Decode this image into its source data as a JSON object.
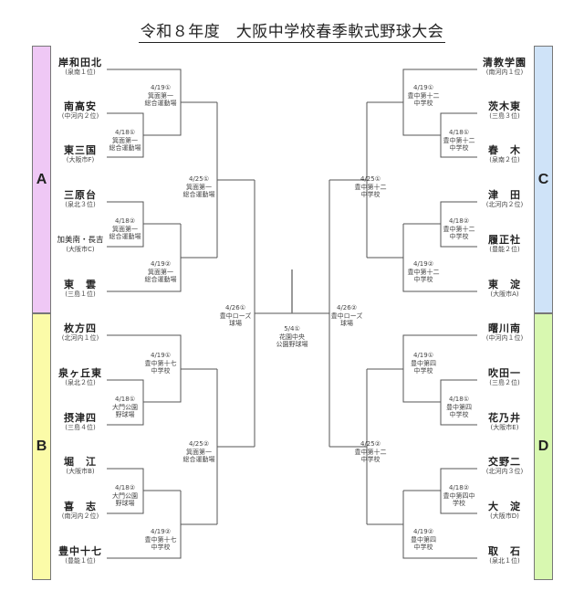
{
  "title": "令和８年度　大阪中学校春季軟式野球大会",
  "blocks": [
    {
      "letter": "A",
      "color": "#efc8f5",
      "teams": [
        {
          "name": "岸和田北",
          "sub": "(泉南１位)"
        },
        {
          "name": "南高安",
          "sub": "(中河内２位)"
        },
        {
          "name": "東三国",
          "sub": "(大阪市F)"
        },
        {
          "name": "三原台",
          "sub": "(泉北３位)"
        },
        {
          "name": "加美南・長吉",
          "sub": "(大阪市C)"
        },
        {
          "name": "東　雲",
          "sub": "(三島１位)"
        }
      ],
      "venues": [
        {
          "date": "4/19①",
          "place1": "箕面第一",
          "place2": "総合運動場"
        },
        {
          "date": "4/18①",
          "place1": "箕面第一",
          "place2": "総合運動場"
        },
        {
          "date": "4/25①",
          "place1": "箕面第一",
          "place2": "総合運動場"
        },
        {
          "date": "4/18②",
          "place1": "箕面第一",
          "place2": "総合運動場"
        },
        {
          "date": "4/19②",
          "place1": "箕面第一",
          "place2": "総合運動場"
        }
      ]
    },
    {
      "letter": "B",
      "color": "#fbfba8",
      "teams": [
        {
          "name": "枚方四",
          "sub": "(北河内１位)"
        },
        {
          "name": "泉ヶ丘東",
          "sub": "(泉北２位)"
        },
        {
          "name": "摂津四",
          "sub": "(三島４位)"
        },
        {
          "name": "堀　江",
          "sub": "(大阪市B)"
        },
        {
          "name": "喜　志",
          "sub": "(南河内２位)"
        },
        {
          "name": "豊中十七",
          "sub": "(豊能１位)"
        }
      ],
      "venues": [
        {
          "date": "4/19①",
          "place1": "豊中第十七",
          "place2": "中学校"
        },
        {
          "date": "4/18①",
          "place1": "大門公園",
          "place2": "野球場"
        },
        {
          "date": "4/25②",
          "place1": "箕面第一",
          "place2": "総合運動場"
        },
        {
          "date": "4/18②",
          "place1": "大門公園",
          "place2": "野球場"
        },
        {
          "date": "4/19②",
          "place1": "豊中第十七",
          "place2": "中学校"
        }
      ]
    },
    {
      "letter": "C",
      "color": "#cfe3f8",
      "teams": [
        {
          "name": "清教学園",
          "sub": "(南河内１位)"
        },
        {
          "name": "茨木東",
          "sub": "(三島３位)"
        },
        {
          "name": "春　木",
          "sub": "(泉南２位)"
        },
        {
          "name": "津　田",
          "sub": "(北河内２位)"
        },
        {
          "name": "履正社",
          "sub": "(豊能２位)"
        },
        {
          "name": "東　淀",
          "sub": "(大阪市A)"
        }
      ],
      "venues": [
        {
          "date": "4/19①",
          "place1": "豊中第十二",
          "place2": "中学校"
        },
        {
          "date": "4/18①",
          "place1": "豊中第十二",
          "place2": "中学校"
        },
        {
          "date": "4/25①",
          "place1": "豊中第十二",
          "place2": "中学校"
        },
        {
          "date": "4/18②",
          "place1": "豊中第十二",
          "place2": "中学校"
        },
        {
          "date": "4/19②",
          "place1": "豊中第十二",
          "place2": "中学校"
        }
      ]
    },
    {
      "letter": "D",
      "color": "#d8f8b0",
      "teams": [
        {
          "name": "曙川南",
          "sub": "(中河内１位)"
        },
        {
          "name": "吹田一",
          "sub": "(三島２位)"
        },
        {
          "name": "花乃井",
          "sub": "(大阪市E)"
        },
        {
          "name": "交野二",
          "sub": "(北河内３位)"
        },
        {
          "name": "大　淀",
          "sub": "(大阪市D)"
        },
        {
          "name": "取　石",
          "sub": "(泉北１位)"
        }
      ],
      "venues": [
        {
          "date": "4/19①",
          "place1": "豊中第四",
          "place2": "中学校"
        },
        {
          "date": "4/18①",
          "place1": "豊中第四",
          "place2": "中学校"
        },
        {
          "date": "4/25②",
          "place1": "豊中第十二",
          "place2": "中学校"
        },
        {
          "date": "4/18②",
          "place1": "豊中第四中",
          "place2": "学校"
        },
        {
          "date": "4/19②",
          "place1": "豊中第四",
          "place2": "中学校"
        }
      ]
    }
  ],
  "semifinals": [
    {
      "date": "4/26①",
      "place1": "豊中ローズ",
      "place2": "球場"
    },
    {
      "date": "4/26②",
      "place1": "豊中ローズ",
      "place2": "球場"
    }
  ],
  "final": {
    "date": "5/4①",
    "place1": "花園中央",
    "place2": "公園野球場"
  }
}
